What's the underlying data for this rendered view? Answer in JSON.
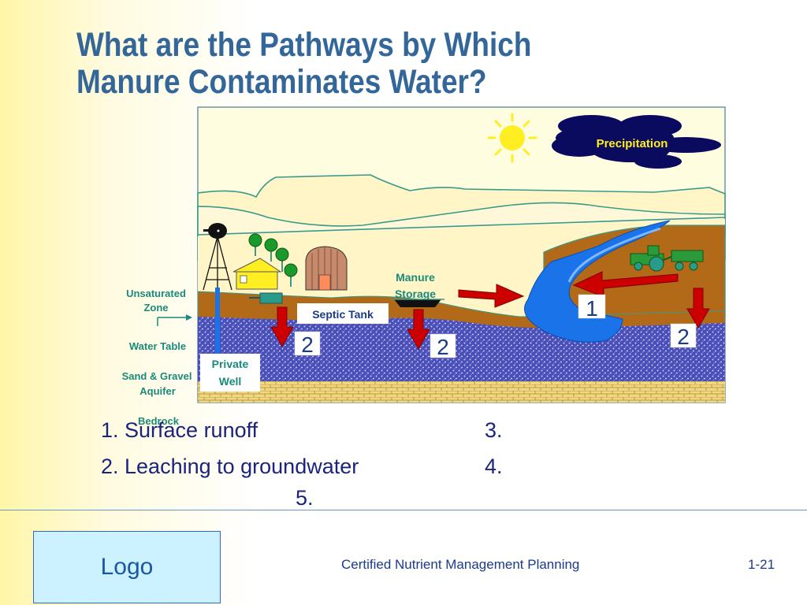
{
  "title": {
    "line1": "What are the Pathways by Which",
    "line2": "Manure Contaminates Water?"
  },
  "diagram": {
    "labels": {
      "precipitation": "Precipitation",
      "manure_storage_line1": "Manure",
      "manure_storage_line2": "Storage",
      "septic_tank": "Septic Tank",
      "private_well_line1": "Private",
      "private_well_line2": "Well",
      "unsaturated_zone_line1": "Unsaturated",
      "unsaturated_zone_line2": "Zone",
      "water_table": "Water Table",
      "sand_gravel_line1": "Sand & Gravel",
      "sand_gravel_line2": "Aquifer",
      "bedrock": "Bedrock"
    },
    "markers": {
      "stream": "1",
      "septic": "2",
      "storage": "2",
      "field": "2"
    },
    "colors": {
      "title": "#336699",
      "sky": "#fffde0",
      "hills": "#fff5c6",
      "hill_outline": "#3a9a8a",
      "soil": "#b26a18",
      "aquifer": "#4a4fb8",
      "bedrock": "#f1d780",
      "water": "#1a73e8",
      "arrow": "#cc0000",
      "cloud": "#0a0a5e",
      "sun": "#ffee22",
      "label_text": "#1a8a7a"
    }
  },
  "pathways": {
    "item1": "1.  Surface runoff",
    "item2": "2.  Leaching to groundwater",
    "item3": "3.",
    "item4": "4.",
    "item5": "5."
  },
  "footer": {
    "logo": "Logo",
    "center_text": "Certified Nutrient Management Planning",
    "page_number": "1-21"
  }
}
